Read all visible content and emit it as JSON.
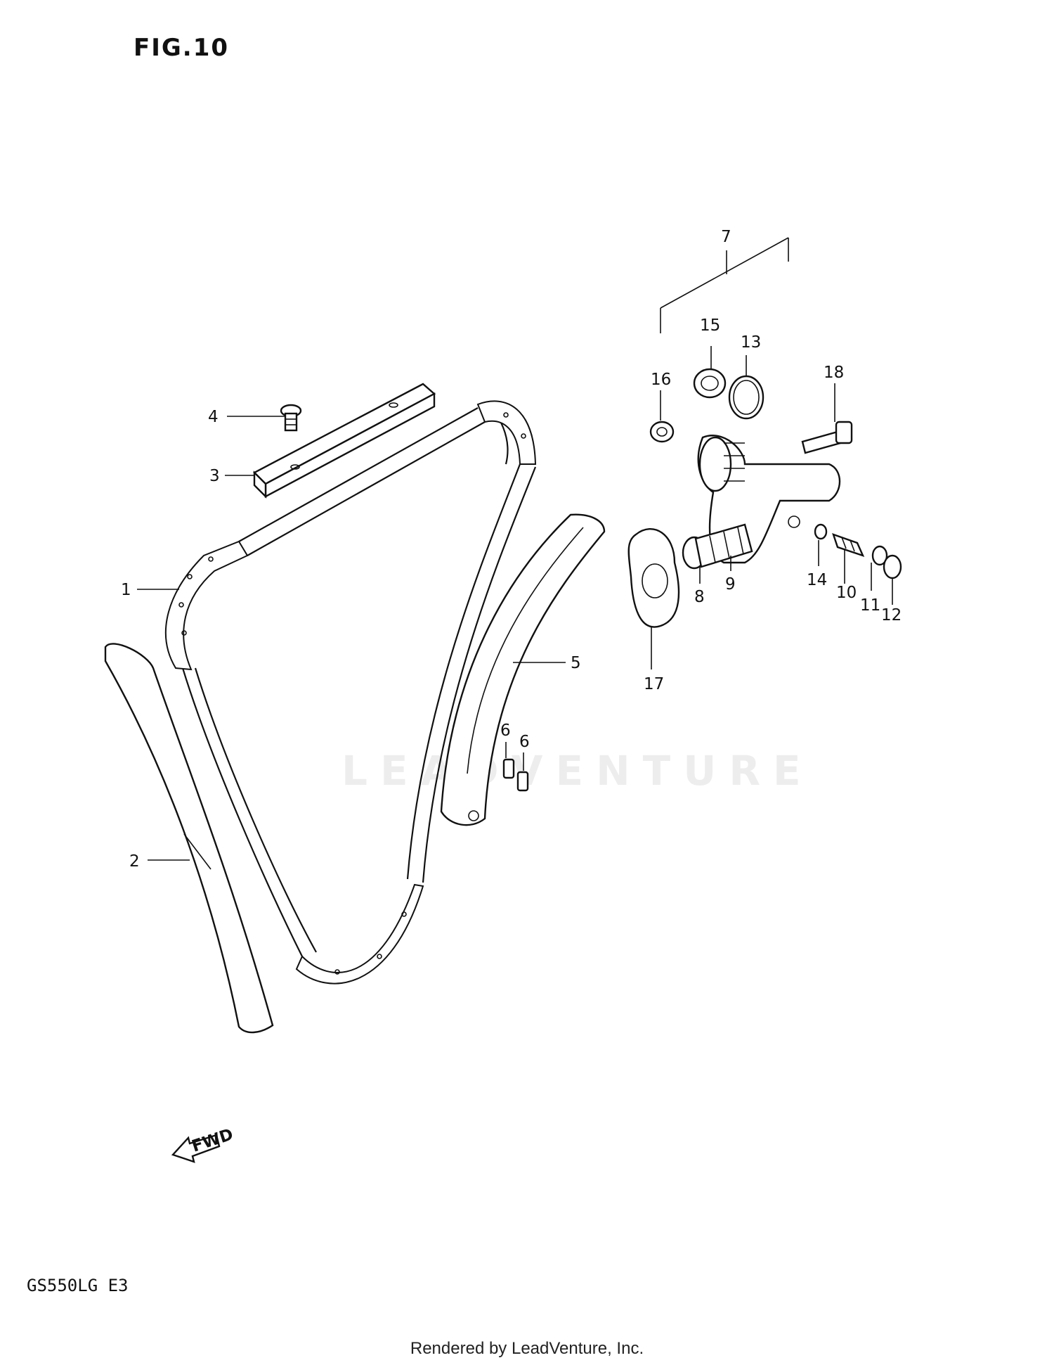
{
  "figure": {
    "title": "FIG.10",
    "model": "GS550LG  E3"
  },
  "footer": "Rendered by LeadVenture, Inc.",
  "watermark": "LEADVENTURE",
  "fwd_label": "FWD",
  "callouts": [
    "1",
    "2",
    "3",
    "4",
    "5",
    "6",
    "6",
    "7",
    "8",
    "9",
    "10",
    "11",
    "12",
    "13",
    "14",
    "15",
    "16",
    "17",
    "18"
  ]
}
